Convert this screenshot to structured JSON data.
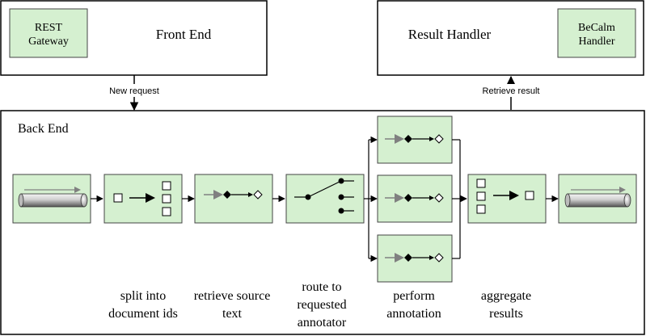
{
  "front_end": {
    "title": "Front End",
    "gateway_line1": "REST",
    "gateway_line2": "Gateway"
  },
  "result_handler": {
    "title": "Result Handler",
    "becalm_line1": "BeCalm",
    "becalm_line2": "Handler"
  },
  "arrows": {
    "new_request": "New request",
    "retrieve_result": "Retrieve result"
  },
  "back_end": {
    "title": "Back End"
  },
  "steps": {
    "split": [
      "split into",
      "document ids"
    ],
    "retrieve": [
      "retrieve source",
      "text"
    ],
    "route": [
      "route to",
      "requested",
      "annotator"
    ],
    "perform": [
      "perform",
      "annotation"
    ],
    "aggregate": [
      "aggregate",
      "results"
    ]
  },
  "colors": {
    "box_fill": "#d5f0d0",
    "box_stroke": "#3a3a3a",
    "line": "#000000",
    "arrow_gray": "#808080"
  }
}
